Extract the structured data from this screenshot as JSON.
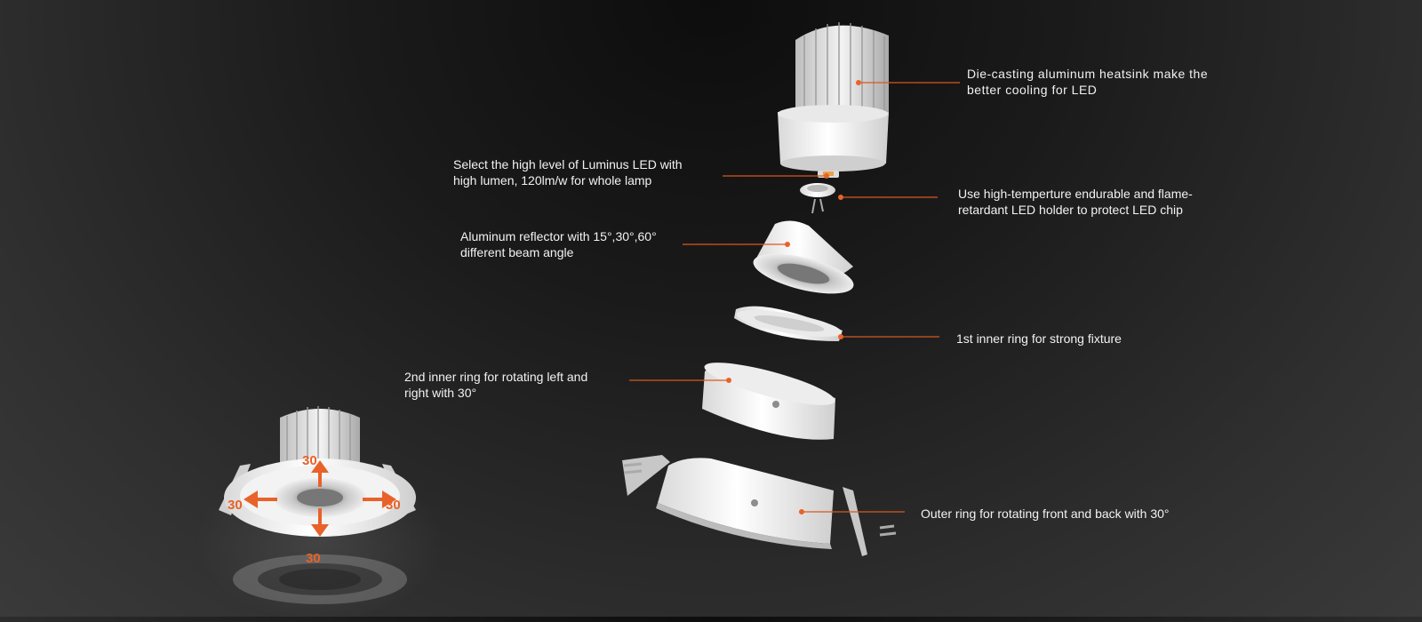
{
  "callouts": {
    "heatsink": "Die-casting aluminum heatsink make the\nbetter cooling for LED",
    "led": "Select the high level of Luminus LED with\nhigh lumen, 120lm/w for whole lamp",
    "holder": "Use high-temperture endurable and flame-\nretardant LED holder to protect LED chip",
    "reflector": "Aluminum reflector with 15°,30°,60°\ndifferent beam angle",
    "inner_ring_1": "1st inner ring for strong fixture",
    "inner_ring_2": "2nd inner ring for rotating left and\nright with 30°",
    "outer_ring": "Outer ring for rotating front and back with 30°"
  },
  "rotation_angles": {
    "top": "30",
    "left": "30",
    "right": "30",
    "bottom": "30"
  },
  "colors": {
    "accent": "#e8622a",
    "label_text": "#f2f2f2",
    "part_white": "#f4f4f4"
  }
}
